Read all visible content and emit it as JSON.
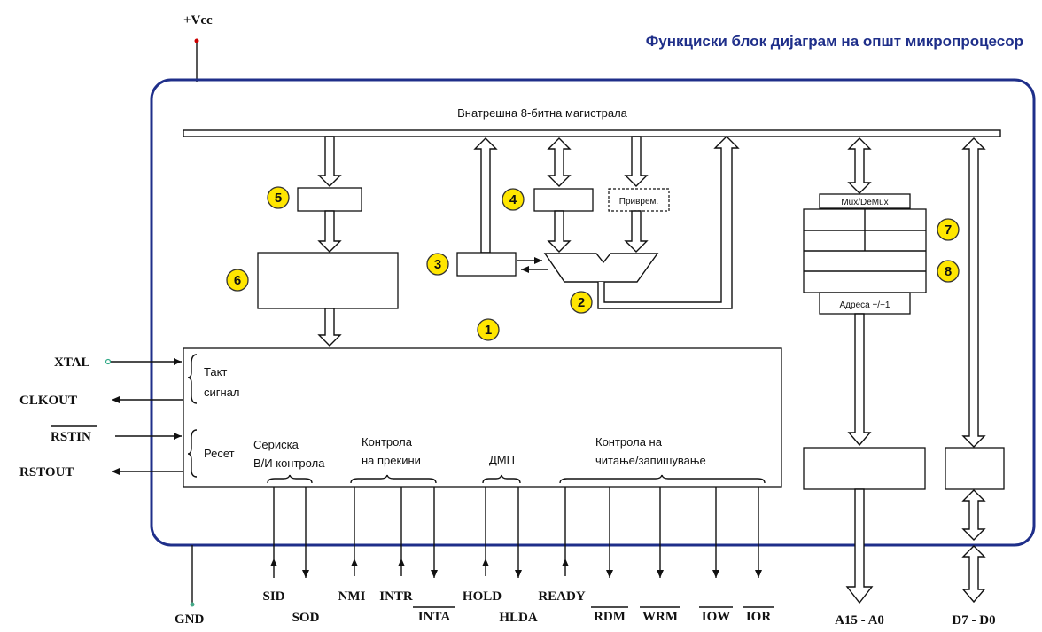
{
  "title": "Функциски блок дијаграм на општ микропроцесор",
  "vcc_label": "+Vcc",
  "gnd_label": "GND",
  "internal_bus_label": "Внатрешна 8-битна магистрала",
  "temp_register_label": "Приврем.",
  "mux_label": "Mux/DeMux",
  "address_label": "Адреса +/−1",
  "badges": [
    "1",
    "2",
    "3",
    "4",
    "5",
    "6",
    "7",
    "8"
  ],
  "control_unit": {
    "clock_label": [
      "Такт",
      "сигнал"
    ],
    "reset_label": "Ресет",
    "serial_label": [
      "Сериска",
      "В/И контрола"
    ],
    "interrupt_label": [
      "Контрола",
      "на прекини"
    ],
    "dma_label": "ДМП",
    "rw_label": [
      "Контрола на",
      "читање/запишување"
    ]
  },
  "left_pins": {
    "xtal": "XTAL",
    "clkout": "CLKOUT",
    "rstin": "RSTIN",
    "rstout": "RSTOUT"
  },
  "bottom_pins": {
    "sid": "SID",
    "sod": "SOD",
    "nmi": "NMI",
    "intr": "INTR",
    "inta": "INTA",
    "hold": "HOLD",
    "hlda": "HLDA",
    "ready": "READY",
    "rdm": "RDM",
    "wrm": "WRM",
    "iow": "IOW",
    "ior": "IOR",
    "address_bus": "A15 - A0",
    "data_bus": "D7 - D0"
  }
}
